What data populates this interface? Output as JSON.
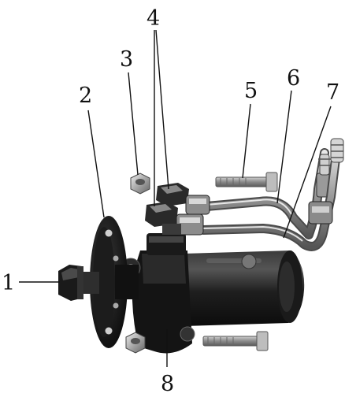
{
  "figure": {
    "callouts": [
      {
        "id": "c1",
        "text": "1"
      },
      {
        "id": "c2",
        "text": "2"
      },
      {
        "id": "c3",
        "text": "3"
      },
      {
        "id": "c4",
        "text": "4"
      },
      {
        "id": "c5",
        "text": "5"
      },
      {
        "id": "c6",
        "text": "6"
      },
      {
        "id": "c7",
        "text": "7"
      },
      {
        "id": "c8",
        "text": "8"
      }
    ],
    "parts": [
      "shaft-nut",
      "mounting-flange",
      "lock-nut",
      "union-fittings",
      "mounting-bolt",
      "hydraulic-pipe",
      "hydraulic-pipe-with-bend",
      "pump-body"
    ]
  }
}
